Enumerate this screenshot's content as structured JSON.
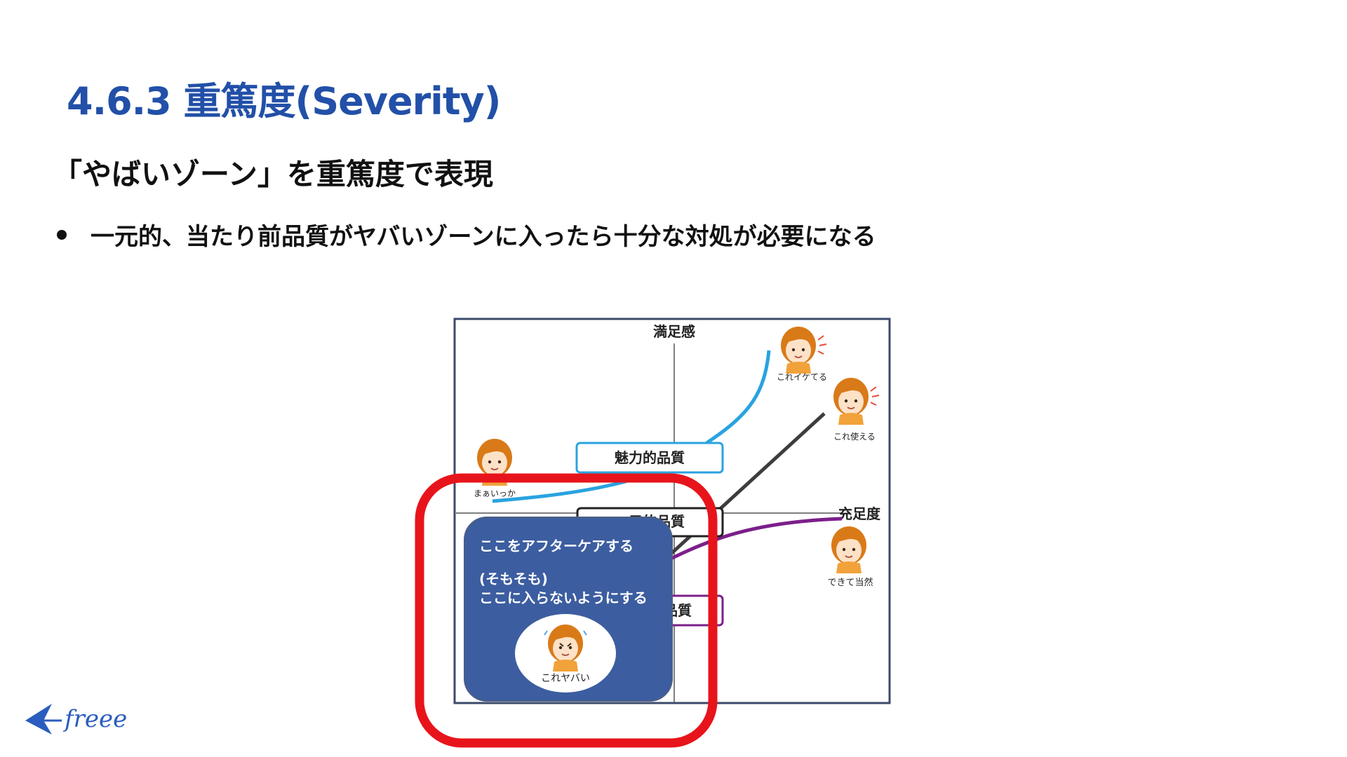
{
  "slide": {
    "title": "4.6.3 重篤度(Severity)",
    "subtitle": "「やばいゾーン」を重篤度で表現",
    "bullets": [
      "一元的、当たり前品質がヤバいゾーンに入ったら十分な対処が必要になる"
    ]
  },
  "diagram": {
    "y_axis_label": "満足感",
    "x_axis_label": "充足度",
    "curves": {
      "attractive": {
        "label": "魅力的品質",
        "color": "#29a3e0"
      },
      "one_dimensional": {
        "label": "一元的品質",
        "color": "#3d3d3d"
      },
      "must_be": {
        "label": "当たり前品質",
        "color": "#7b1f8a"
      }
    },
    "people": {
      "kore_iketeru": "これイケてる",
      "kore_tsukaeru": "これ使える",
      "maa_ikka": "まぁいっか",
      "dekite_touzen": "できて当然",
      "kore_yabai": "これヤバい"
    },
    "callout": {
      "line1": "ここをアフターケアする",
      "line2": "(そもそも)",
      "line3": "ここに入らないようにする"
    },
    "highlight_color": "#e8141b",
    "callout_color": "#3c5da0"
  },
  "logo": {
    "text": "freee",
    "color": "#2a5dbf"
  }
}
